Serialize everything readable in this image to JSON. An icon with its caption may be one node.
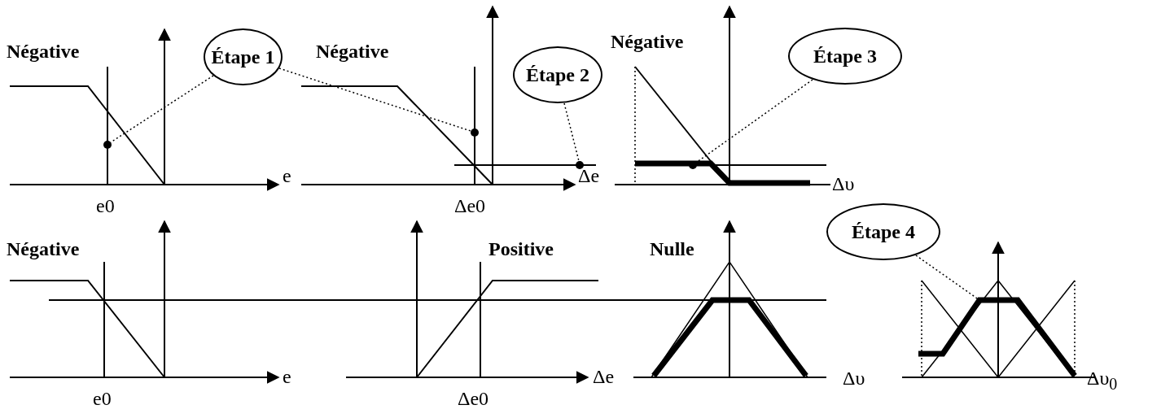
{
  "diagram": {
    "nodes": [
      {
        "text": [
          "Étape 1"
        ]
      },
      {
        "text": [],
        "shape": "circle"
      },
      {
        "text": [
          "Étape 2"
        ]
      },
      {
        "text": [],
        "shape": "circle"
      },
      {
        "text": [],
        "shape": "circle"
      },
      {
        "text": [
          "Étape 3"
        ]
      },
      {
        "text": [],
        "shape": "circle"
      },
      {
        "text": [
          "Étape 4"
        ]
      },
      {
        "text": [],
        "shape": "line"
      }
    ],
    "edges": [
      {
        "from": 0,
        "to": 1,
        "arrow": "none",
        "style": "dashed"
      },
      {
        "from": 0,
        "to": 3,
        "arrow": "none",
        "style": "dashed"
      },
      {
        "from": 2,
        "to": 4,
        "arrow": "none",
        "style": "dashed"
      },
      {
        "from": 5,
        "to": 6,
        "arrow": "none",
        "style": "dashed"
      },
      {
        "from": 7,
        "to": 8,
        "arrow": "none",
        "style": "dashed"
      }
    ],
    "labels": [
      "Négative",
      "Négative",
      "Négative",
      "e",
      "Δe",
      "Δυ",
      "e0",
      "Δe0",
      "Négative",
      "Positive",
      "Nulle",
      "e",
      "Δe",
      "Δυ",
      "Δυ$_{0}$",
      "e0",
      "Δe0"
    ]
  }
}
